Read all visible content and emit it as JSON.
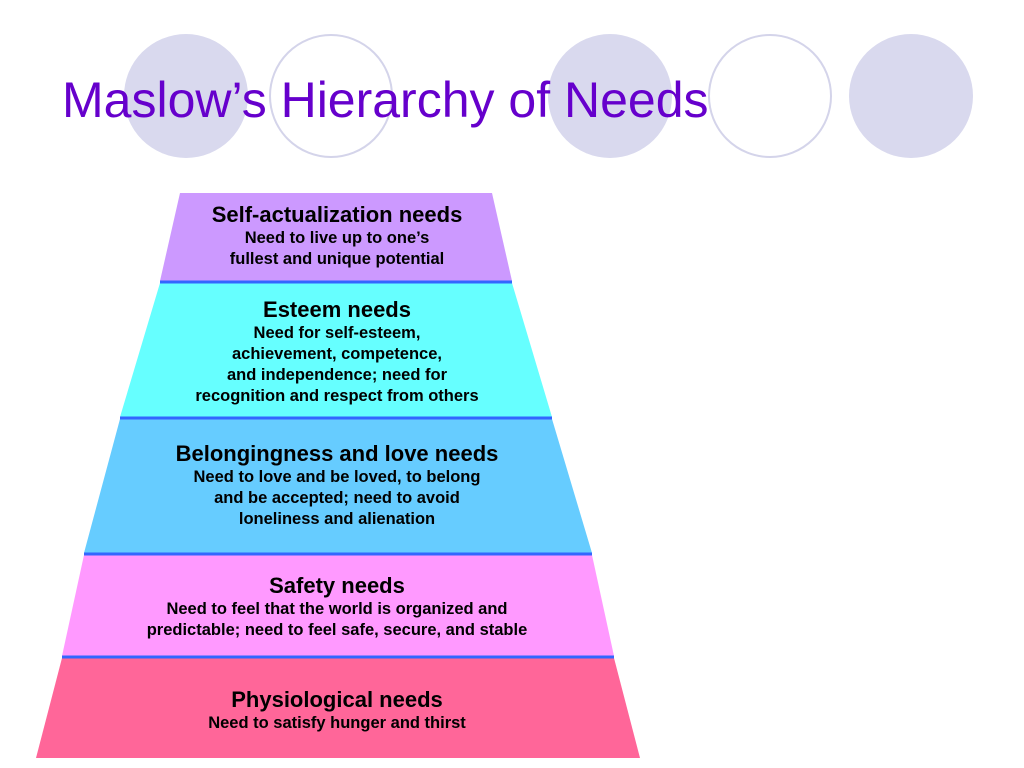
{
  "title": "Maslow’s Hierarchy of Needs",
  "colors": {
    "title": "#6600cc",
    "divider": "#3366ff",
    "circle_fill": "#d9d9ee",
    "circle_stroke": "#d4d4ea"
  },
  "tiers": [
    {
      "name": "Self-actualization needs",
      "description_lines": [
        "Need to live up to one’s",
        "fullest and unique potential"
      ],
      "color": "#cc99ff"
    },
    {
      "name": "Esteem needs",
      "description_lines": [
        "Need for self-esteem,",
        "achievement, competence,",
        "and independence; need for",
        "recognition and respect from others"
      ],
      "color": "#66ffff"
    },
    {
      "name": "Belongingness and love needs",
      "description_lines": [
        "Need to love and be loved, to belong",
        "and be accepted; need to avoid",
        "loneliness and alienation"
      ],
      "color": "#66ccff"
    },
    {
      "name": "Safety needs",
      "description_lines": [
        "Need to feel that the world is organized and",
        "predictable; need to feel safe, secure, and stable"
      ],
      "color": "#ff99ff"
    },
    {
      "name": "Physiological needs",
      "description_lines": [
        "Need to satisfy hunger and thirst"
      ],
      "color": "#ff6699"
    }
  ]
}
